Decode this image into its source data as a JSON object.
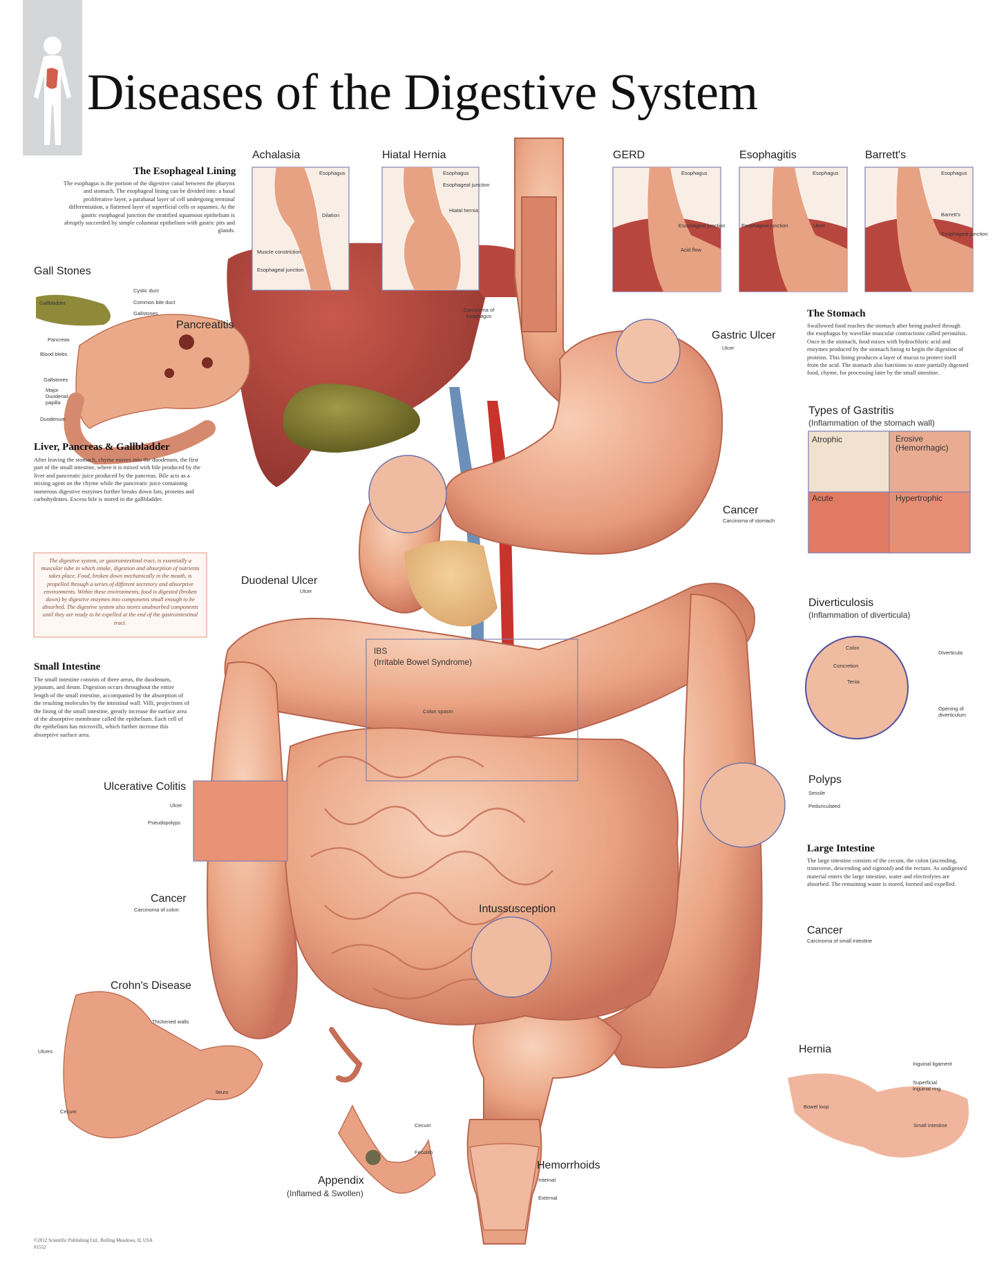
{
  "title": "Diseases of the Digestive System",
  "panels": {
    "achalasia": {
      "title": "Achalasia",
      "labels": [
        "Esophagus",
        "Dilation",
        "Muscle constriction",
        "Esophageal junction"
      ]
    },
    "hiatal_hernia": {
      "title": "Hiatal Hernia",
      "labels": [
        "Esophagus",
        "Esophageal junction",
        "Hiatal hernia"
      ]
    },
    "gerd": {
      "title": "GERD",
      "labels": [
        "Esophagus",
        "Esophageal junction",
        "Acid flow"
      ]
    },
    "esophagitis": {
      "title": "Esophagitis",
      "labels": [
        "Esophagus",
        "Esophageal junction",
        "Ulcer"
      ]
    },
    "barretts": {
      "title": "Barrett's",
      "labels": [
        "Esophagus",
        "Barrett's",
        "Esophageal junction"
      ]
    }
  },
  "esophageal_lining": {
    "heading": "The Esophageal Lining",
    "text": "The esophagus is the portion of the digestive canal between the pharynx and stomach. The esophageal lining can be divided into: a basal proliferative layer, a parabasal layer of cell undergoing terminal differentiation, a flattened layer of superficial cells or squames. At the gastric esophageal junction the stratified squamous epithelium is abruptly succeeded by simple columnar epithelium with gastric pits and glands."
  },
  "gall_stones": {
    "title": "Gall Stones",
    "pancreatitis": "Pancreatitis",
    "labels": [
      "Cystic duct",
      "Common bile duct",
      "Gallstones",
      "Gallbladder",
      "Pancreas",
      "Blood blebs",
      "Gallstones",
      "Major Duodenal papilla",
      "Duodenum"
    ]
  },
  "liver_section": {
    "heading": "Liver, Pancreas & Gallbladder",
    "text": "After leaving the stomach, chyme moves into the duodenum, the first part of the small intestine, where it is mixed with bile produced by the liver and pancreatic juice produced by the pancreas. Bile acts as a mixing agent on the chyme while the pancreatic juice containing numerous digestive enzymes further breaks down fats, proteins and carbohydrates. Excess bile is stored in the gallbladder."
  },
  "intro_note": "The digestive system, or gastrointestinal tract, is essentially a muscular tube in which intake, digestion and absorption of nutrients takes place. Food, broken down mechanically in the mouth, is propelled through a series of different secretory and absorptive environments. Within these environments, food is digested (broken down) by digestive enzymes into components small enough to be absorbed. The digestive system also stores unabsorbed components until they are ready to be expelled at the end of the gastrointestinal tract.",
  "small_intestine": {
    "heading": "Small Intestine",
    "text": "The small intestine consists of three areas, the duodenum, jejunum, and ileum. Digestion occurs throughout the entire length of the small intestine, accompanied by the absorption of the resulting molecules by the intestinal wall. Villi, projections of the lining of the small intestine, greatly increase the surface area of the absorptive membrane called the epithelium. Each cell of the epithelium has microvilli, which further increase this absorptive surface area."
  },
  "ulcerative_colitis": {
    "title": "Ulcerative Colitis",
    "labels": [
      "Ulcer",
      "Pseudopolyps"
    ]
  },
  "cancer_colon": {
    "title": "Cancer",
    "label": "Carcinoma of colon"
  },
  "crohns": {
    "title": "Crohn's Disease",
    "labels": [
      "Thickened walls",
      "Ulcers",
      "Ileum",
      "Cecum"
    ]
  },
  "appendix": {
    "title": "Appendix",
    "subtitle": "(Inflamed & Swollen)",
    "labels": [
      "Cecum",
      "Fecolith"
    ]
  },
  "hemorrhoids": {
    "title": "Hemorrhoids",
    "labels": [
      "Internal",
      "External"
    ]
  },
  "intussusception": {
    "title": "Intussusception"
  },
  "ibs": {
    "title": "IBS",
    "subtitle": "(Irritable Bowel Syndrome)",
    "label": "Colon spasm"
  },
  "duodenal_ulcer": {
    "title": "Duodenal Ulcer",
    "label": "Ulcer"
  },
  "carcinoma_esophagus": "Carcinoma of esophagus",
  "gastric_ulcer": {
    "title": "Gastric Ulcer",
    "label": "Ulcer"
  },
  "stomach_cancer": {
    "title": "Cancer",
    "label": "Carcinoma of stomach"
  },
  "stomach": {
    "heading": "The Stomach",
    "text": "Swallowed food reaches the stomach after being pushed through the esophagus by wavelike muscular contractions called peristalsis. Once in the stomach, food mixes with hydrochloric acid and enzymes produced by the stomach lining to begin the digestion of proteins. This lining produces a layer of mucus to protect itself from the acid. The stomach also functions to store partially digested food, chyme, for processing later by the small intestine."
  },
  "gastritis": {
    "title": "Types of Gastritis",
    "subtitle": "(Inflammation of the stomach wall)",
    "types": [
      "Atrophic",
      "Erosive (Hemorrhagic)",
      "Acute",
      "Hypertrophic"
    ]
  },
  "diverticulosis": {
    "title": "Diverticulosis",
    "subtitle": "(Inflammation of diverticula)",
    "labels": [
      "Colon",
      "Diverticula",
      "Concretion",
      "Tenia",
      "Opening of diverticulum"
    ]
  },
  "polyps": {
    "title": "Polyps",
    "labels": [
      "Sessile",
      "Pedunculated"
    ]
  },
  "large_intestine": {
    "heading": "Large Intestine",
    "text": "The large intestine consists of the cecum, the colon (ascending, transverse, descending and sigmoid) and the rectum. As undigested material enters the large intestine, water and electrolytes are absorbed. The remaining waste is stored, formed and expelled."
  },
  "cancer_small": {
    "title": "Cancer",
    "label": "Carcinoma of small intestine"
  },
  "hernia": {
    "title": "Hernia",
    "labels": [
      "Inguinal ligament",
      "Superficial inguinal ring",
      "Bowel loop",
      "Small intestine"
    ]
  },
  "copyright": [
    "©2012 Scientific Publishing Ltd., Rolling Meadows, IL USA",
    "#1552"
  ],
  "colors": {
    "tissue": "#e9a585",
    "tissue_dark": "#c96a55",
    "liver": "#a8423a",
    "gallbladder": "#7f7a2e",
    "vein": "#6b8fb8",
    "artery": "#c8332c",
    "frame": "#8080b0",
    "note_border": "#e7a090"
  }
}
